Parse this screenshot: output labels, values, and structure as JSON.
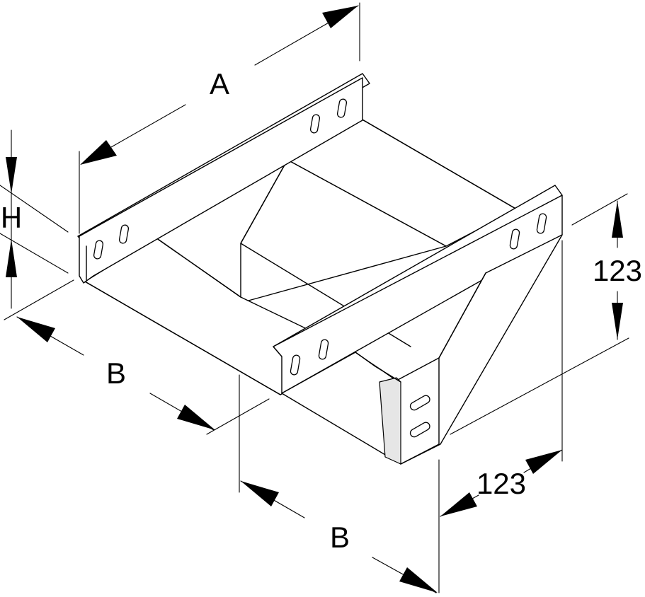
{
  "dimensions": {
    "length": "A",
    "height": "H",
    "width_inlet": "B",
    "width_outlet": "B",
    "offset_vertical": "123",
    "offset_horizontal": "123"
  }
}
